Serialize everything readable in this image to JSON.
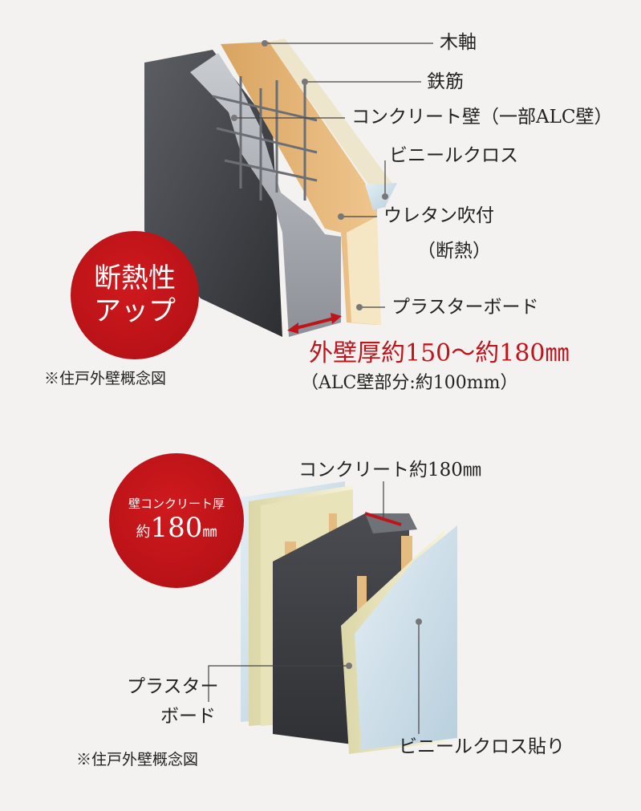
{
  "diagram1": {
    "labels": {
      "wood_frame": "木軸",
      "rebar": "鉄筋",
      "concrete_wall": "コンクリート壁（一部ALC壁）",
      "vinyl_cloth": "ビニールクロス",
      "urethan": "ウレタン吹付",
      "urethan_sub": "（断熱）",
      "plaster_board": "プラスターボード"
    },
    "badge": {
      "line1": "断熱性",
      "line2": "アップ"
    },
    "thickness": "外壁厚約150～約180㎜",
    "thickness_sub": "（ALC壁部分:約100mm）",
    "note": "※住戸外壁概念図"
  },
  "diagram2": {
    "labels": {
      "concrete": "コンクリート約180㎜",
      "plaster_line1": "プラスター",
      "plaster_line2": "ボード",
      "vinyl_cloth": "ビニールクロス貼り"
    },
    "badge": {
      "small": "壁コンクリート厚",
      "prefix": "約",
      "value": "180",
      "unit": "㎜"
    },
    "note": "※住戸外壁概念図"
  },
  "colors": {
    "red": "#c0141c",
    "concrete": "#3d3f44",
    "wood": "#e7b878",
    "board": "#ece8c8",
    "vinyl": "#cfe0ea"
  }
}
